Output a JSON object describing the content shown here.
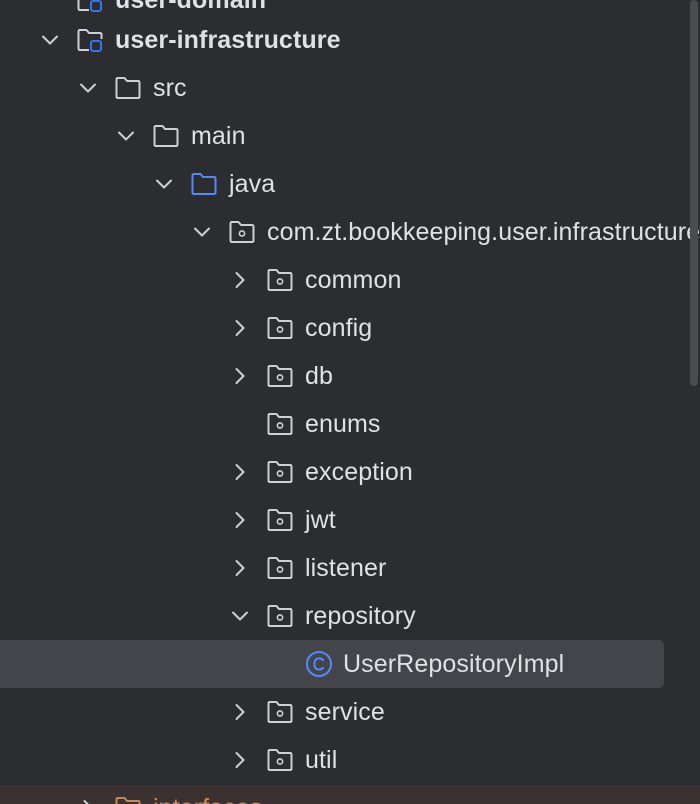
{
  "tree": {
    "colors": {
      "background": "#2b2d30",
      "selected_row": "#43454a",
      "text": "#dfe1e5",
      "module_icon": "#3574f0",
      "folder_icon": "#ced0d6",
      "source_folder": "#548af7",
      "excluded_module_text": "#c58a58"
    },
    "items": [
      {
        "label": "user-domain",
        "icon": "module-folder-icon",
        "expanded": true
      },
      {
        "label": "user-infrastructure",
        "icon": "module-folder-icon",
        "expanded": true
      },
      {
        "label": "src",
        "icon": "folder-icon",
        "expanded": true
      },
      {
        "label": "main",
        "icon": "folder-icon",
        "expanded": true
      },
      {
        "label": "java",
        "icon": "source-folder-icon",
        "expanded": true
      },
      {
        "label": "com.zt.bookkeeping.user.infrastructure",
        "icon": "package-icon",
        "expanded": true
      },
      {
        "label": "common",
        "icon": "package-icon",
        "expanded": false
      },
      {
        "label": "config",
        "icon": "package-icon",
        "expanded": false
      },
      {
        "label": "db",
        "icon": "package-icon",
        "expanded": false
      },
      {
        "label": "enums",
        "icon": "package-icon",
        "expanded": null
      },
      {
        "label": "exception",
        "icon": "package-icon",
        "expanded": false
      },
      {
        "label": "jwt",
        "icon": "package-icon",
        "expanded": false
      },
      {
        "label": "listener",
        "icon": "package-icon",
        "expanded": false
      },
      {
        "label": "repository",
        "icon": "package-icon",
        "expanded": true
      },
      {
        "label": "UserRepositoryImpl",
        "icon": "class-icon",
        "selected": true
      },
      {
        "label": "service",
        "icon": "package-icon",
        "expanded": false
      },
      {
        "label": "util",
        "icon": "package-icon",
        "expanded": false
      },
      {
        "label": "interfaces",
        "icon": "module-folder-icon",
        "expanded": false
      }
    ]
  }
}
